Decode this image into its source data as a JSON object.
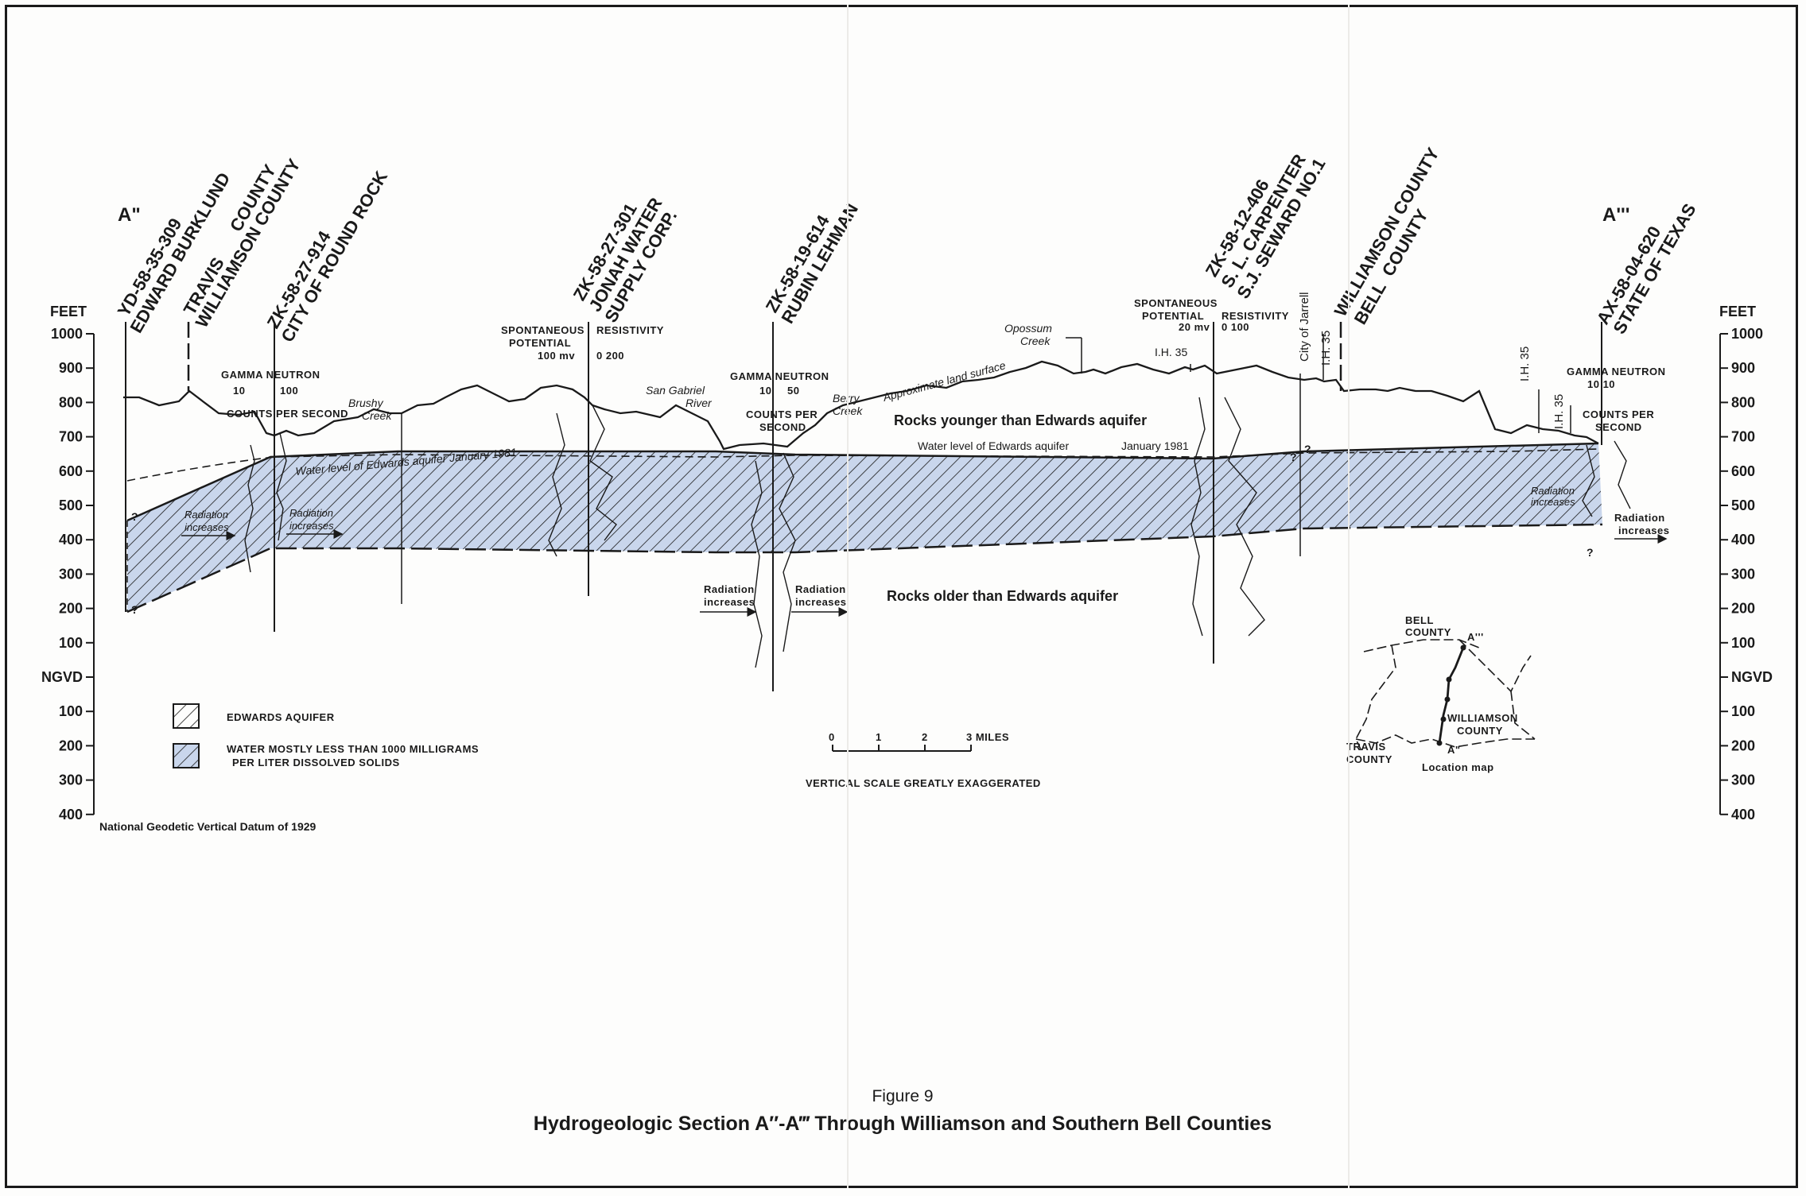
{
  "figure": {
    "number_label": "Figure 9",
    "title": "Hydrogeologic Section A″-A‴ Through Williamson and Southern Bell Counties"
  },
  "section_ends": {
    "left": "A\"",
    "right": "A'''"
  },
  "axis": {
    "unit_label": "FEET",
    "left_ticks": [
      "1000",
      "900",
      "800",
      "700",
      "600",
      "500",
      "400",
      "300",
      "200",
      "100",
      "NGVD",
      "100",
      "200",
      "300",
      "400"
    ],
    "right_ticks": [
      "1000",
      "900",
      "800",
      "700",
      "600",
      "500",
      "400",
      "300",
      "200",
      "100",
      "NGVD",
      "100",
      "200",
      "300",
      "400"
    ],
    "datum_note": "National Geodetic Vertical Datum of 1929"
  },
  "wells": [
    {
      "id": "YD-58-35-309",
      "owner": "EDWARD BURKLUND"
    },
    {
      "id": "ZK-58-27-914",
      "owner": "CITY OF ROUND ROCK"
    },
    {
      "id": "ZK-58-27-301",
      "owner": "JONAH WATER",
      "owner2": "SUPPLY CORP."
    },
    {
      "id": "ZK-58-19-614",
      "owner": "RUBIN LEHMAN"
    },
    {
      "id": "ZK-58-12-406",
      "owner": "S. L. CARPENTER",
      "owner2": "S.J. SEWARD NO.1"
    },
    {
      "id": "AX-58-04-620",
      "owner": "STATE OF TEXAS"
    }
  ],
  "county_lines": [
    {
      "top": "TRAVIS",
      "top2": "COUNTY",
      "bottom": "WILLIAMSON COUNTY"
    },
    {
      "top": "WILLIAMSON COUNTY",
      "bottom": "BELL",
      "bottom2": "COUNTY"
    }
  ],
  "log_headers": {
    "gamma_neutron": "GAMMA  NEUTRON",
    "cps_1": "COUNTS PER SECOND",
    "cps_2a": "COUNTS PER",
    "cps_2b": "SECOND",
    "cps_3a": "COUNTS PER",
    "cps_3b": "SECOND",
    "scale_10": "10",
    "scale_100": "100",
    "scale_50": "50",
    "scale_10_10": "10  10",
    "sp_a": "SPONTANEOUS",
    "sp_b": "POTENTIAL",
    "sp_100mv": "100 mv",
    "sp_20mv": "20 mv",
    "resistivity": "RESISTIVITY",
    "res_0_200": "0     200",
    "res_0_100": "0      100",
    "radiation_a": "Radiation",
    "radiation_b": "increases"
  },
  "features": {
    "brushy_creek_a": "Brushy",
    "brushy_creek_b": "Creek",
    "san_gabriel_a": "San Gabriel",
    "san_gabriel_b": "River",
    "berry_creek_a": "Berry",
    "berry_creek_b": "Creek",
    "opossum_creek_a": "Opossum",
    "opossum_creek_b": "Creek",
    "ih35": "I.H. 35",
    "city_of_jarrell": "City of Jarrell",
    "land_surface": "Approximate land surface",
    "water_level_1": "Water level of Edwards aquifer January 1981",
    "water_level_2": "Water level of Edwards aquifer",
    "water_level_2b": "January 1981",
    "rocks_younger": "Rocks younger than Edwards aquifer",
    "rocks_older": "Rocks older than Edwards aquifer",
    "question": "?"
  },
  "legend": {
    "edwards": "EDWARDS AQUIFER",
    "water_a": "WATER MOSTLY LESS THAN 1000 MILLIGRAMS",
    "water_b": "PER LITER DISSOLVED SOLIDS"
  },
  "scale_bar": {
    "ticks": [
      "0",
      "1",
      "2",
      "3 MILES"
    ],
    "note": "VERTICAL SCALE GREATLY EXAGGERATED"
  },
  "location_map": {
    "bell": "BELL",
    "bell2": "COUNTY",
    "williamson": "WILLIAMSON",
    "williamson2": "COUNTY",
    "travis": "TRAVIS",
    "travis2": "COUNTY",
    "a3": "A'''",
    "a2": "A\"",
    "title": "Location map"
  },
  "colors": {
    "aquifer_fill": "#c9d6ec",
    "ink": "#1a1a1a"
  }
}
